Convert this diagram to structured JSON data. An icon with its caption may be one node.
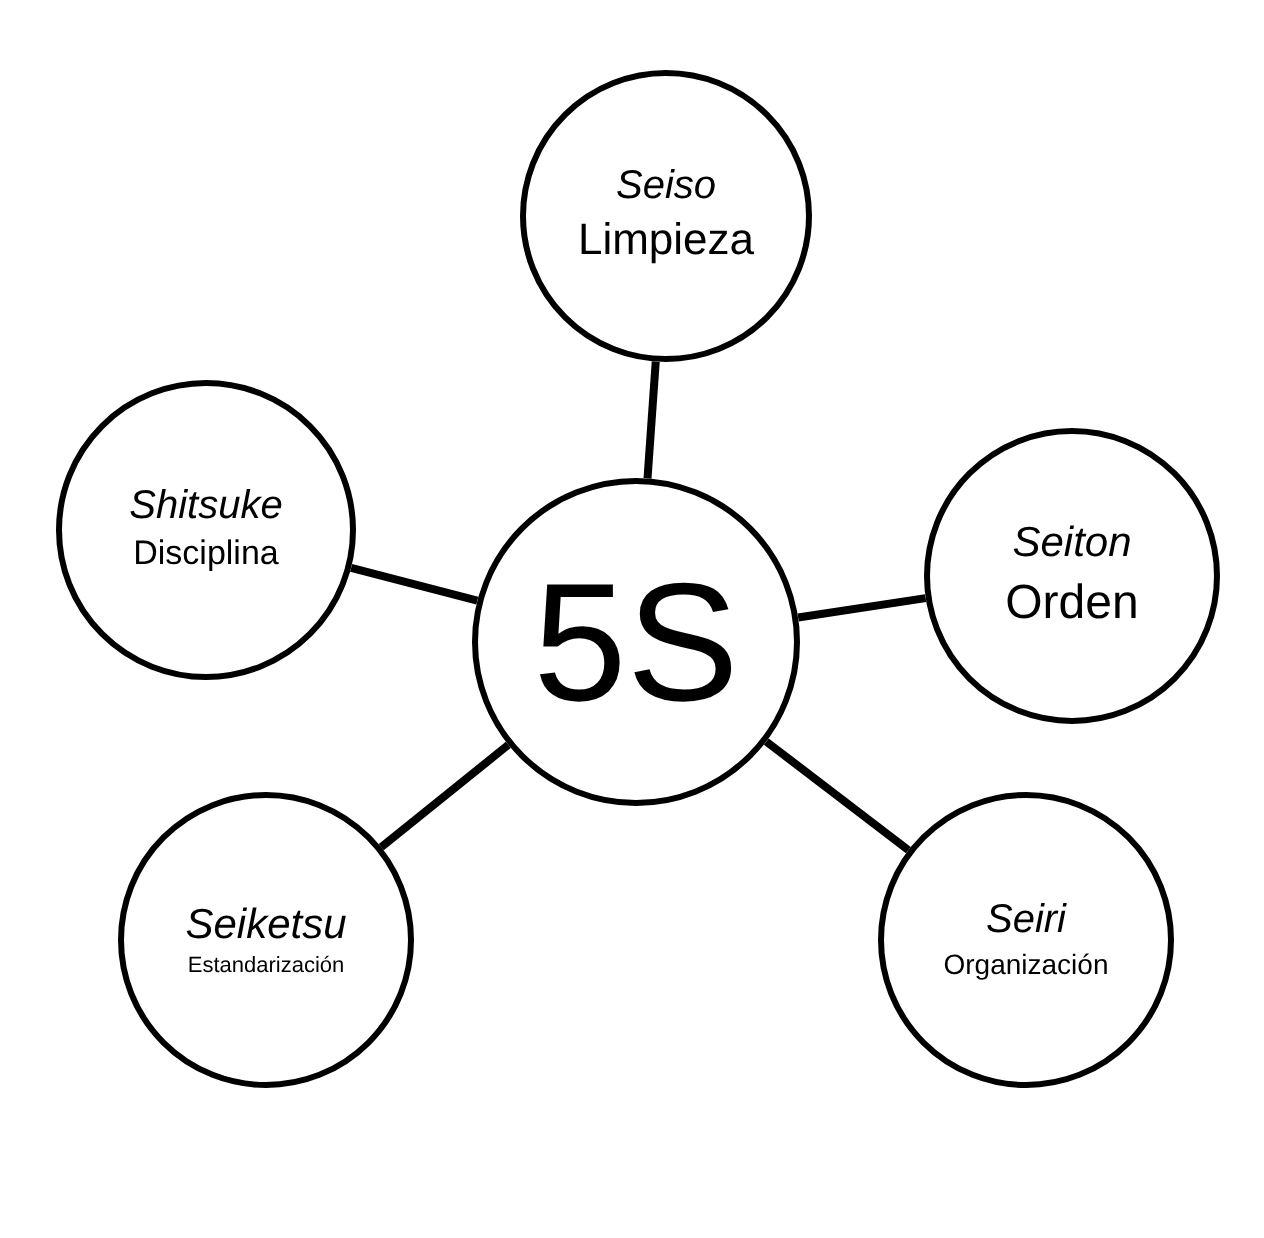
{
  "diagram": {
    "nodes": [
      {
        "text": [
          "5S"
        ]
      },
      {
        "text": [
          "Seiso",
          "Limpieza"
        ]
      },
      {
        "text": [
          "Shitsuke",
          "Disciplina"
        ]
      },
      {
        "text": [
          "Seiton",
          "Orden"
        ]
      },
      {
        "text": [
          "Seiketsu",
          "Estandarización"
        ]
      },
      {
        "text": [
          "Seiri",
          "Organización"
        ]
      }
    ],
    "edges": [
      {
        "from": 0,
        "to": 1,
        "arrow": "none"
      },
      {
        "from": 0,
        "to": 2,
        "arrow": "none"
      },
      {
        "from": 0,
        "to": 3,
        "arrow": "none"
      },
      {
        "from": 0,
        "to": 4,
        "arrow": "none"
      },
      {
        "from": 0,
        "to": 5,
        "arrow": "none"
      }
    ]
  }
}
